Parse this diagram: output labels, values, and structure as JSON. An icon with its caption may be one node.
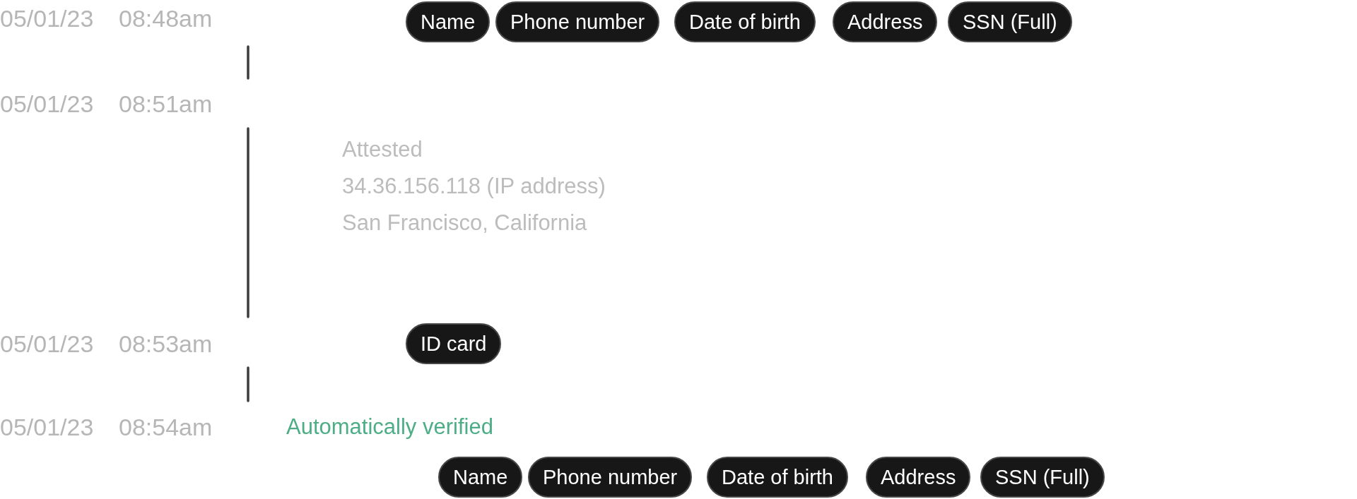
{
  "diagram": {
    "nodes": [
      {
        "text": [
          "Name"
        ]
      },
      {
        "text": [
          "Phone number"
        ]
      },
      {
        "text": [
          "Date of birth"
        ]
      },
      {
        "text": [
          "Address"
        ]
      },
      {
        "text": [
          "SSN (Full)"
        ]
      },
      {
        "text": [
          "ID card"
        ]
      },
      {
        "text": [
          "Name"
        ]
      },
      {
        "text": [
          "Phone number"
        ]
      },
      {
        "text": [
          "Date of birth"
        ]
      },
      {
        "text": [
          "Address"
        ]
      },
      {
        "text": [
          "SSN (Full)"
        ]
      }
    ],
    "labels": [
      "05/01/23",
      "08:48am",
      "05/01/23",
      "08:51am",
      "Attested",
      "34.36.156.118 (IP address)",
      "San Francisco, California",
      "05/01/23",
      "08:53am",
      "05/01/23",
      "08:54am",
      "Automatically verified"
    ]
  }
}
